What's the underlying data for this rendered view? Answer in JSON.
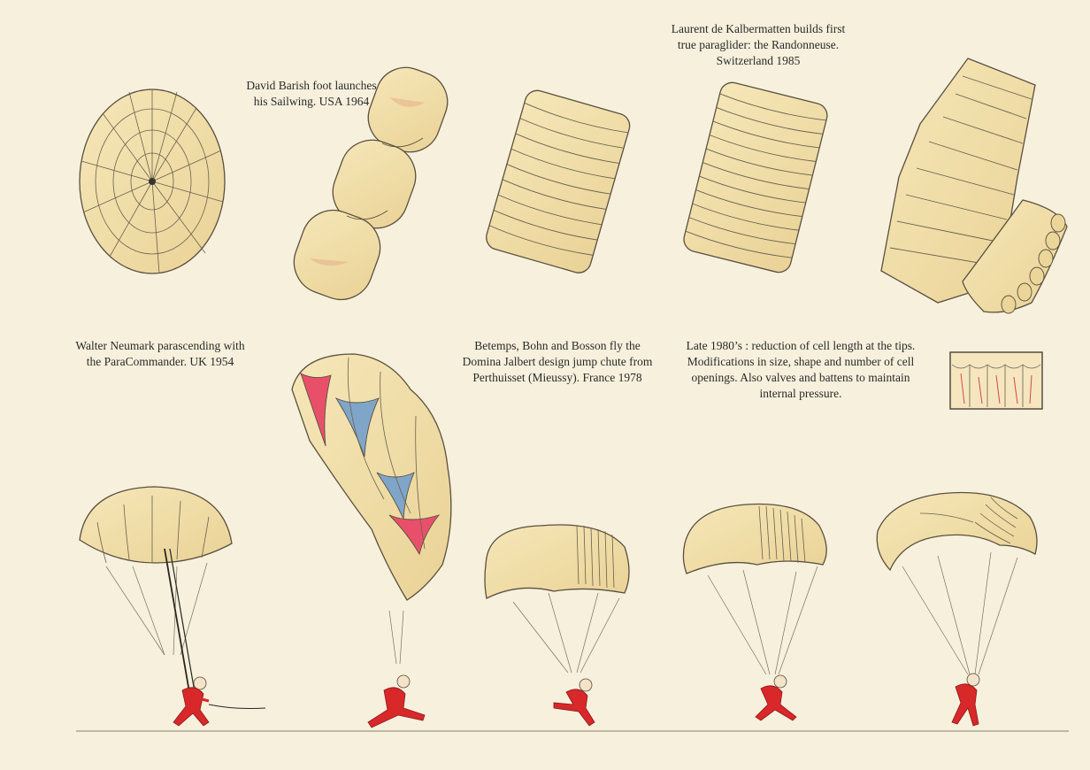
{
  "captions": {
    "barish": [
      "David Barish foot launches",
      "his Sailwing. USA 1964"
    ],
    "kalbermatten": [
      "Laurent de Kalbermatten builds first",
      "true paraglider: the Randonneuse.",
      "Switzerland 1985"
    ],
    "neumark": [
      "Walter Neumark parascending with",
      "the ParaCommander. UK 1954"
    ],
    "betemps": [
      "Betemps, Bohn and Bosson fly the",
      "Domina Jalbert design jump chute from",
      "Perthuisset (Mieussy). France 1978"
    ],
    "late80s": [
      "Late 1980’s : reduction of  cell length at the tips.",
      "Modifications in size, shape and number of cell",
      "openings.  Also valves and battens to maintain",
      "internal pressure."
    ]
  },
  "colors": {
    "canopy": "#f2dfa8",
    "canopy_shade": "#e8d092",
    "outline": "#5a5040",
    "suit": "#d8282a",
    "accent_pink": "#e8506a",
    "accent_blue": "#7fa6c9",
    "ground": "#8a8070"
  }
}
